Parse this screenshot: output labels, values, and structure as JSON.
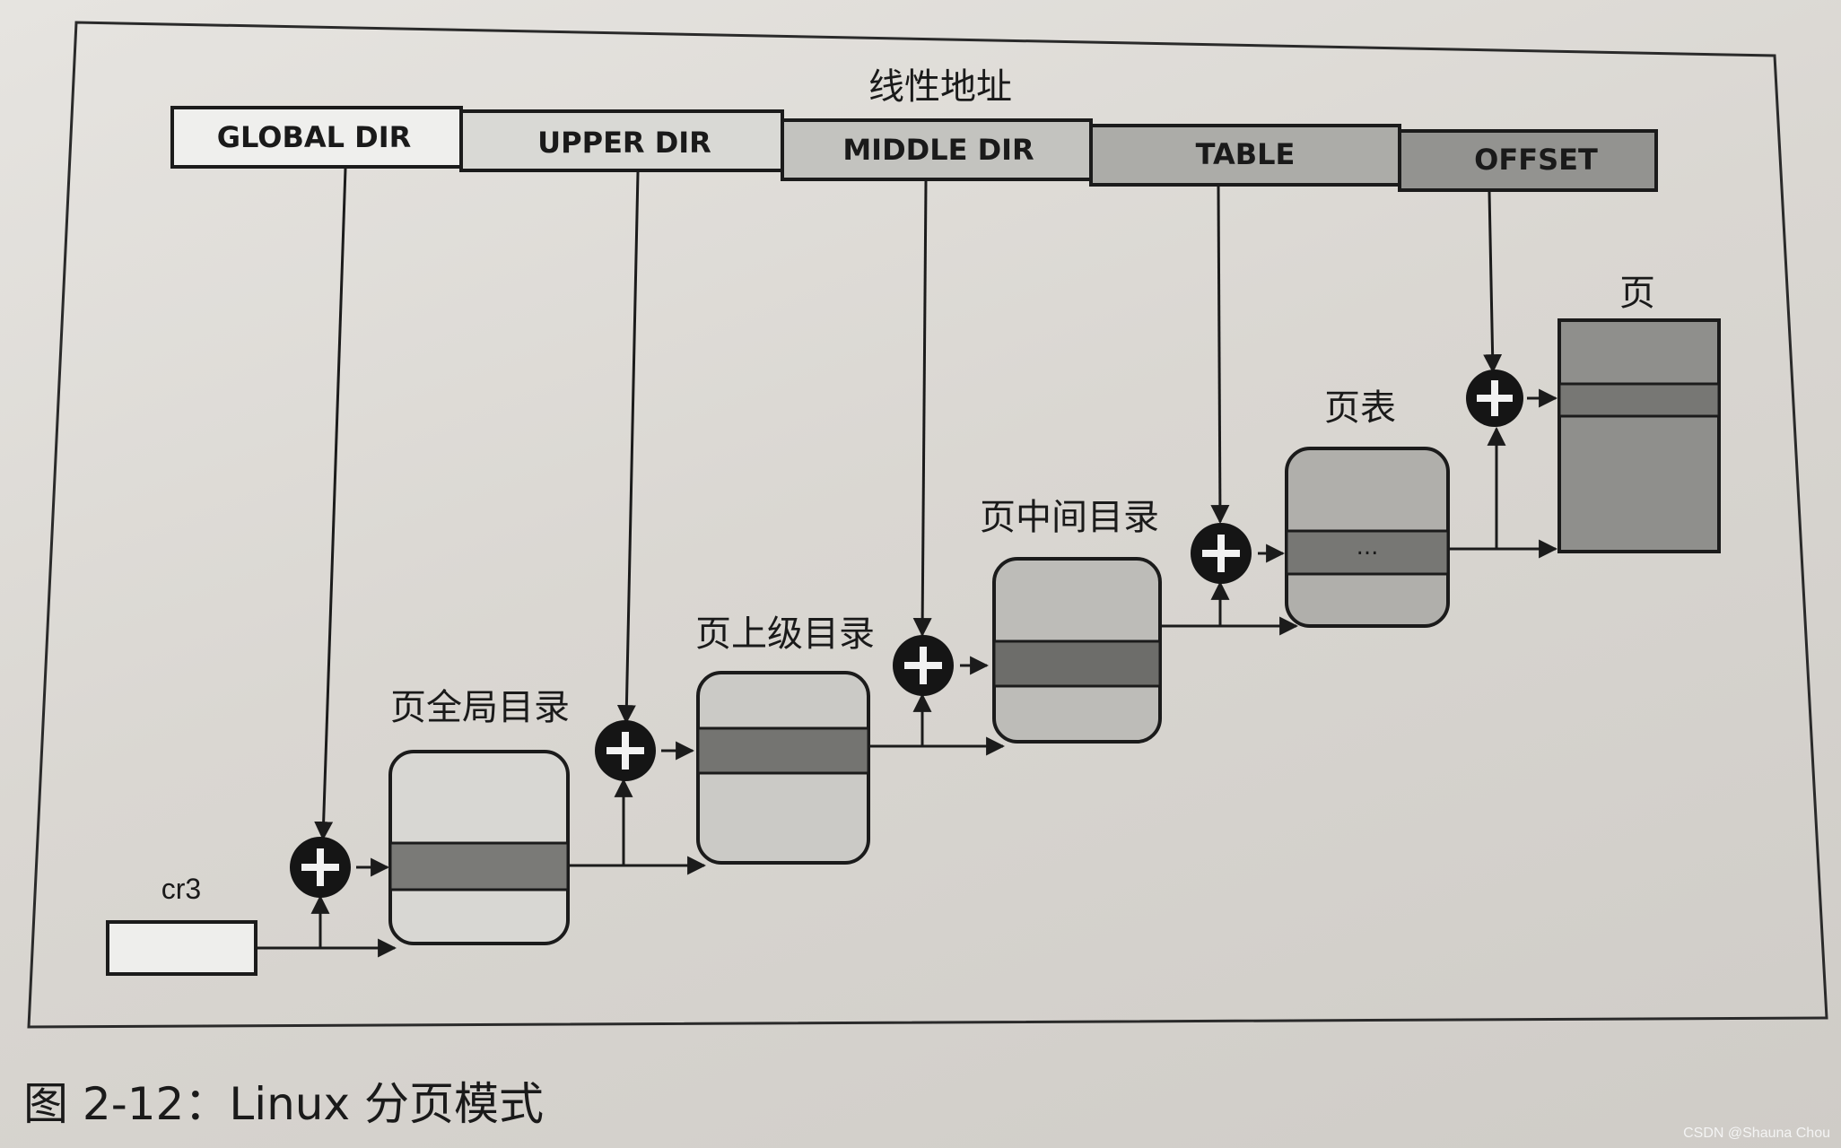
{
  "title": "线性地址",
  "linear_address_fields": [
    {
      "label": "GLOBAL DIR",
      "fill": "#efefed"
    },
    {
      "label": "UPPER DIR",
      "fill": "#d9d9d5"
    },
    {
      "label": "MIDDLE DIR",
      "fill": "#c3c3bf"
    },
    {
      "label": "TABLE",
      "fill": "#acaca8"
    },
    {
      "label": "OFFSET",
      "fill": "#939390"
    }
  ],
  "register": {
    "label": "cr3"
  },
  "tables": [
    {
      "title": "页全局目录",
      "fill": "#d8d7d3",
      "band": "#7a7a77"
    },
    {
      "title": "页上级目录",
      "fill": "#cbcac6",
      "band": "#747471"
    },
    {
      "title": "页中间目录",
      "fill": "#bdbcb8",
      "band": "#6d6d6a"
    },
    {
      "title": "页表",
      "fill": "#b0afab",
      "band": "#777774",
      "mark": "..."
    }
  ],
  "page": {
    "title": "页",
    "fill": "#8f8f8c",
    "band": "#777774"
  },
  "caption": "图 2-12：Linux 分页模式",
  "watermark": "CSDN @Shauna Chou",
  "icons": {
    "adder": "plus-circle-icon",
    "arrow": "arrow-head-icon"
  },
  "colors": {
    "ink": "#1b1b1b",
    "paper": "#e2e0dc"
  }
}
